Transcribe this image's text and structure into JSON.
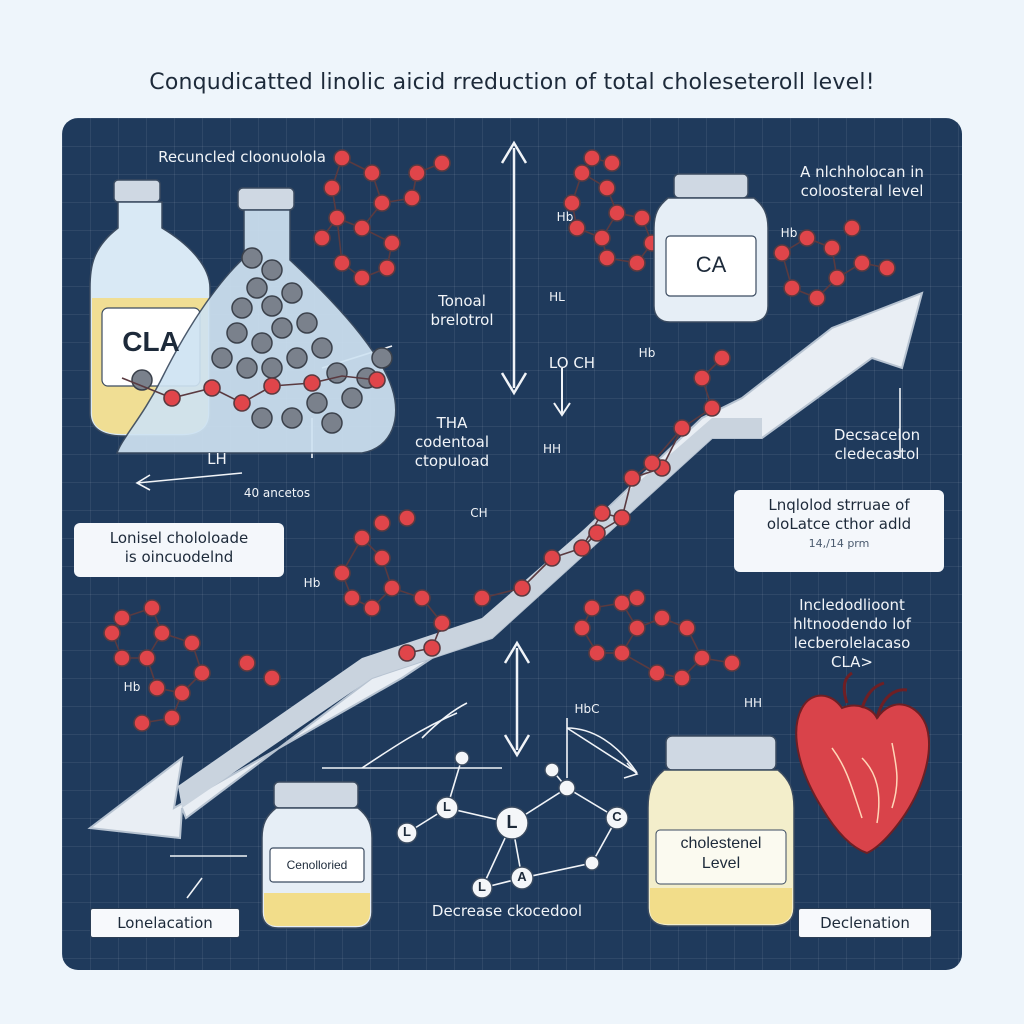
{
  "title": "Conqudicatted linolic aicid rreduction of total choleseteroll level!",
  "labels": {
    "top_left": "Recuncled cloonuolola",
    "toncal": "Tonoal\nbrelotrol",
    "lo_ch": "LO  CH",
    "thia": "THA\ncodentoal\nctopuload",
    "lh": "LH",
    "forty": "40 ancetos",
    "top_right": "A nlchholocan in\ncoloosteral level",
    "h2_a": "Hb",
    "hl_a": "HL",
    "h2_b": "Hb",
    "decrease_right": "Decsacelon\ncledecastol",
    "hb_right": "Hb",
    "ch_mid": "CH",
    "hh_mid": "HH",
    "h_left": "Hb",
    "hl_left": "Hb",
    "independent": "Incledodlioont\nhltnoodendo lof\nlecberolelacaso\nCLA>",
    "hh_right": "HH",
    "hbc": "HbC",
    "decrease_bottom": "Decrease ckocedool"
  },
  "callouts": {
    "lowered": "Lonisel chololoade\nis oincuodelnd",
    "lipid_main": "Lnqlolod strruae of\noloLatce cthor adld",
    "lipid_sub": "14,/14 prm"
  },
  "boxes": {
    "bottom_left": "Lonelacation",
    "bottom_right": "Declenation"
  },
  "jars": {
    "cla_bottle": "CLA",
    "ca_jar": "CA",
    "cond_jar": "Cenolloried",
    "chol_jar": "cholestenel\nLevel"
  },
  "diagram_letters": [
    "L",
    "L",
    "L",
    "L",
    "A",
    "C"
  ],
  "colors": {
    "board": "#1f3a5c",
    "atom": "#e0454a",
    "arrow": "#e9eef4",
    "heart": "#d9434a"
  }
}
